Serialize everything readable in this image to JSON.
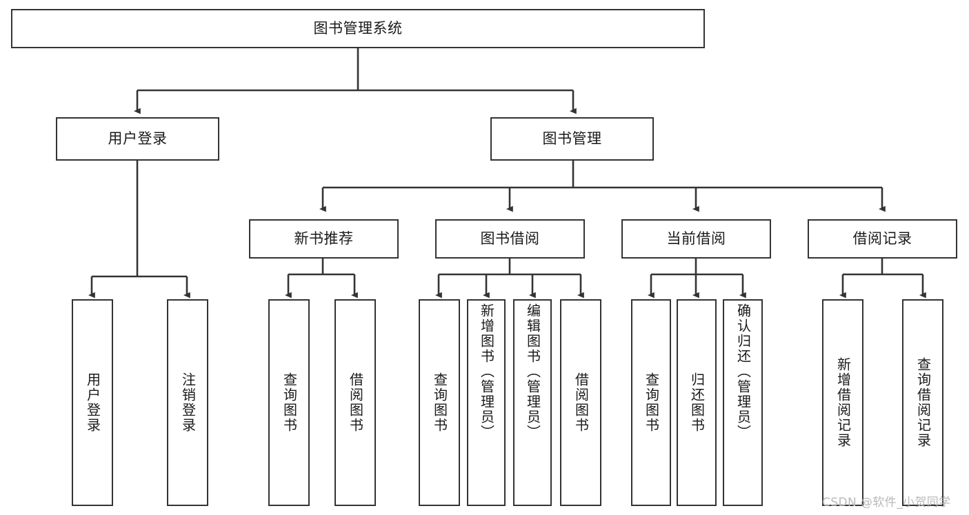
{
  "diagram": {
    "title": "图书管理系统",
    "type": "tree",
    "watermark": "CSDN @软件_小贺同学",
    "colors": {
      "node_border": "#333333",
      "node_fill": "#ffffff",
      "edge": "#333333",
      "text": "#1a1a1a",
      "watermark": "#b9b9b9",
      "background": "#ffffff"
    },
    "nodes": {
      "root": {
        "label": "图书管理系统"
      },
      "level2": [
        {
          "id": "user-login",
          "label": "用户登录"
        },
        {
          "id": "book-manage",
          "label": "图书管理"
        }
      ],
      "level3": [
        {
          "id": "new-book-recommend",
          "label": "新书推荐"
        },
        {
          "id": "book-borrow",
          "label": "图书借阅"
        },
        {
          "id": "current-borrow",
          "label": "当前借阅"
        },
        {
          "id": "borrow-record",
          "label": "借阅记录"
        }
      ],
      "leaves": {
        "user-login": [
          {
            "id": "leaf-user-login",
            "label": "用户登录"
          },
          {
            "id": "leaf-logout",
            "label": "注销登录"
          }
        ],
        "new-book-recommend": [
          {
            "id": "leaf-query-book-1",
            "label": "查询图书"
          },
          {
            "id": "leaf-borrow-book-1",
            "label": "借阅图书"
          }
        ],
        "book-borrow": [
          {
            "id": "leaf-query-book-2",
            "label": "查询图书"
          },
          {
            "id": "leaf-add-book",
            "label": "新增图书（管理员）"
          },
          {
            "id": "leaf-edit-book",
            "label": "编辑图书（管理员）"
          },
          {
            "id": "leaf-borrow-book-2",
            "label": "借阅图书"
          }
        ],
        "current-borrow": [
          {
            "id": "leaf-query-book-3",
            "label": "查询图书"
          },
          {
            "id": "leaf-return-book",
            "label": "归还图书"
          },
          {
            "id": "leaf-confirm-return",
            "label": "确认归还（管理员）"
          }
        ],
        "borrow-record": [
          {
            "id": "leaf-add-record",
            "label": "新增借阅记录"
          },
          {
            "id": "leaf-query-record",
            "label": "查询借阅记录"
          }
        ]
      }
    }
  }
}
